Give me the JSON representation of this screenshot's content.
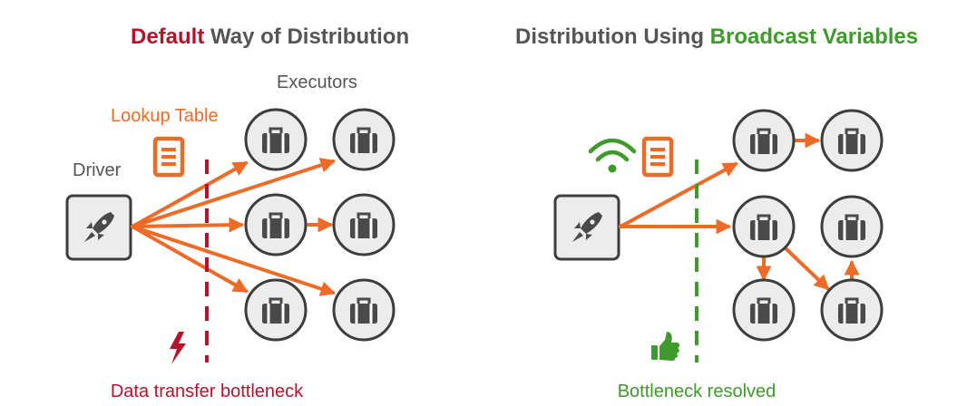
{
  "left": {
    "title_highlight": "Default",
    "title_rest": " Way of Distribution",
    "executors_label": "Executors",
    "lookup_label": "Lookup Table",
    "driver_label": "Driver",
    "caption": "Data transfer bottleneck"
  },
  "right": {
    "title_rest": "Distribution Using ",
    "title_highlight": "Broadcast Variables",
    "caption": "Bottleneck resolved"
  },
  "colors": {
    "orange": "#ED6B26",
    "red": "#B3142B",
    "green": "#3E9A2A",
    "gray": "#555555",
    "dark": "#3D3D3D"
  },
  "icons": {
    "driver": "rocket-icon",
    "executor": "briefcase-icon",
    "lookup": "document-icon",
    "broadcast": "wifi-icon",
    "bottleneck": "lightning-icon",
    "resolved": "thumbs-up-icon"
  }
}
